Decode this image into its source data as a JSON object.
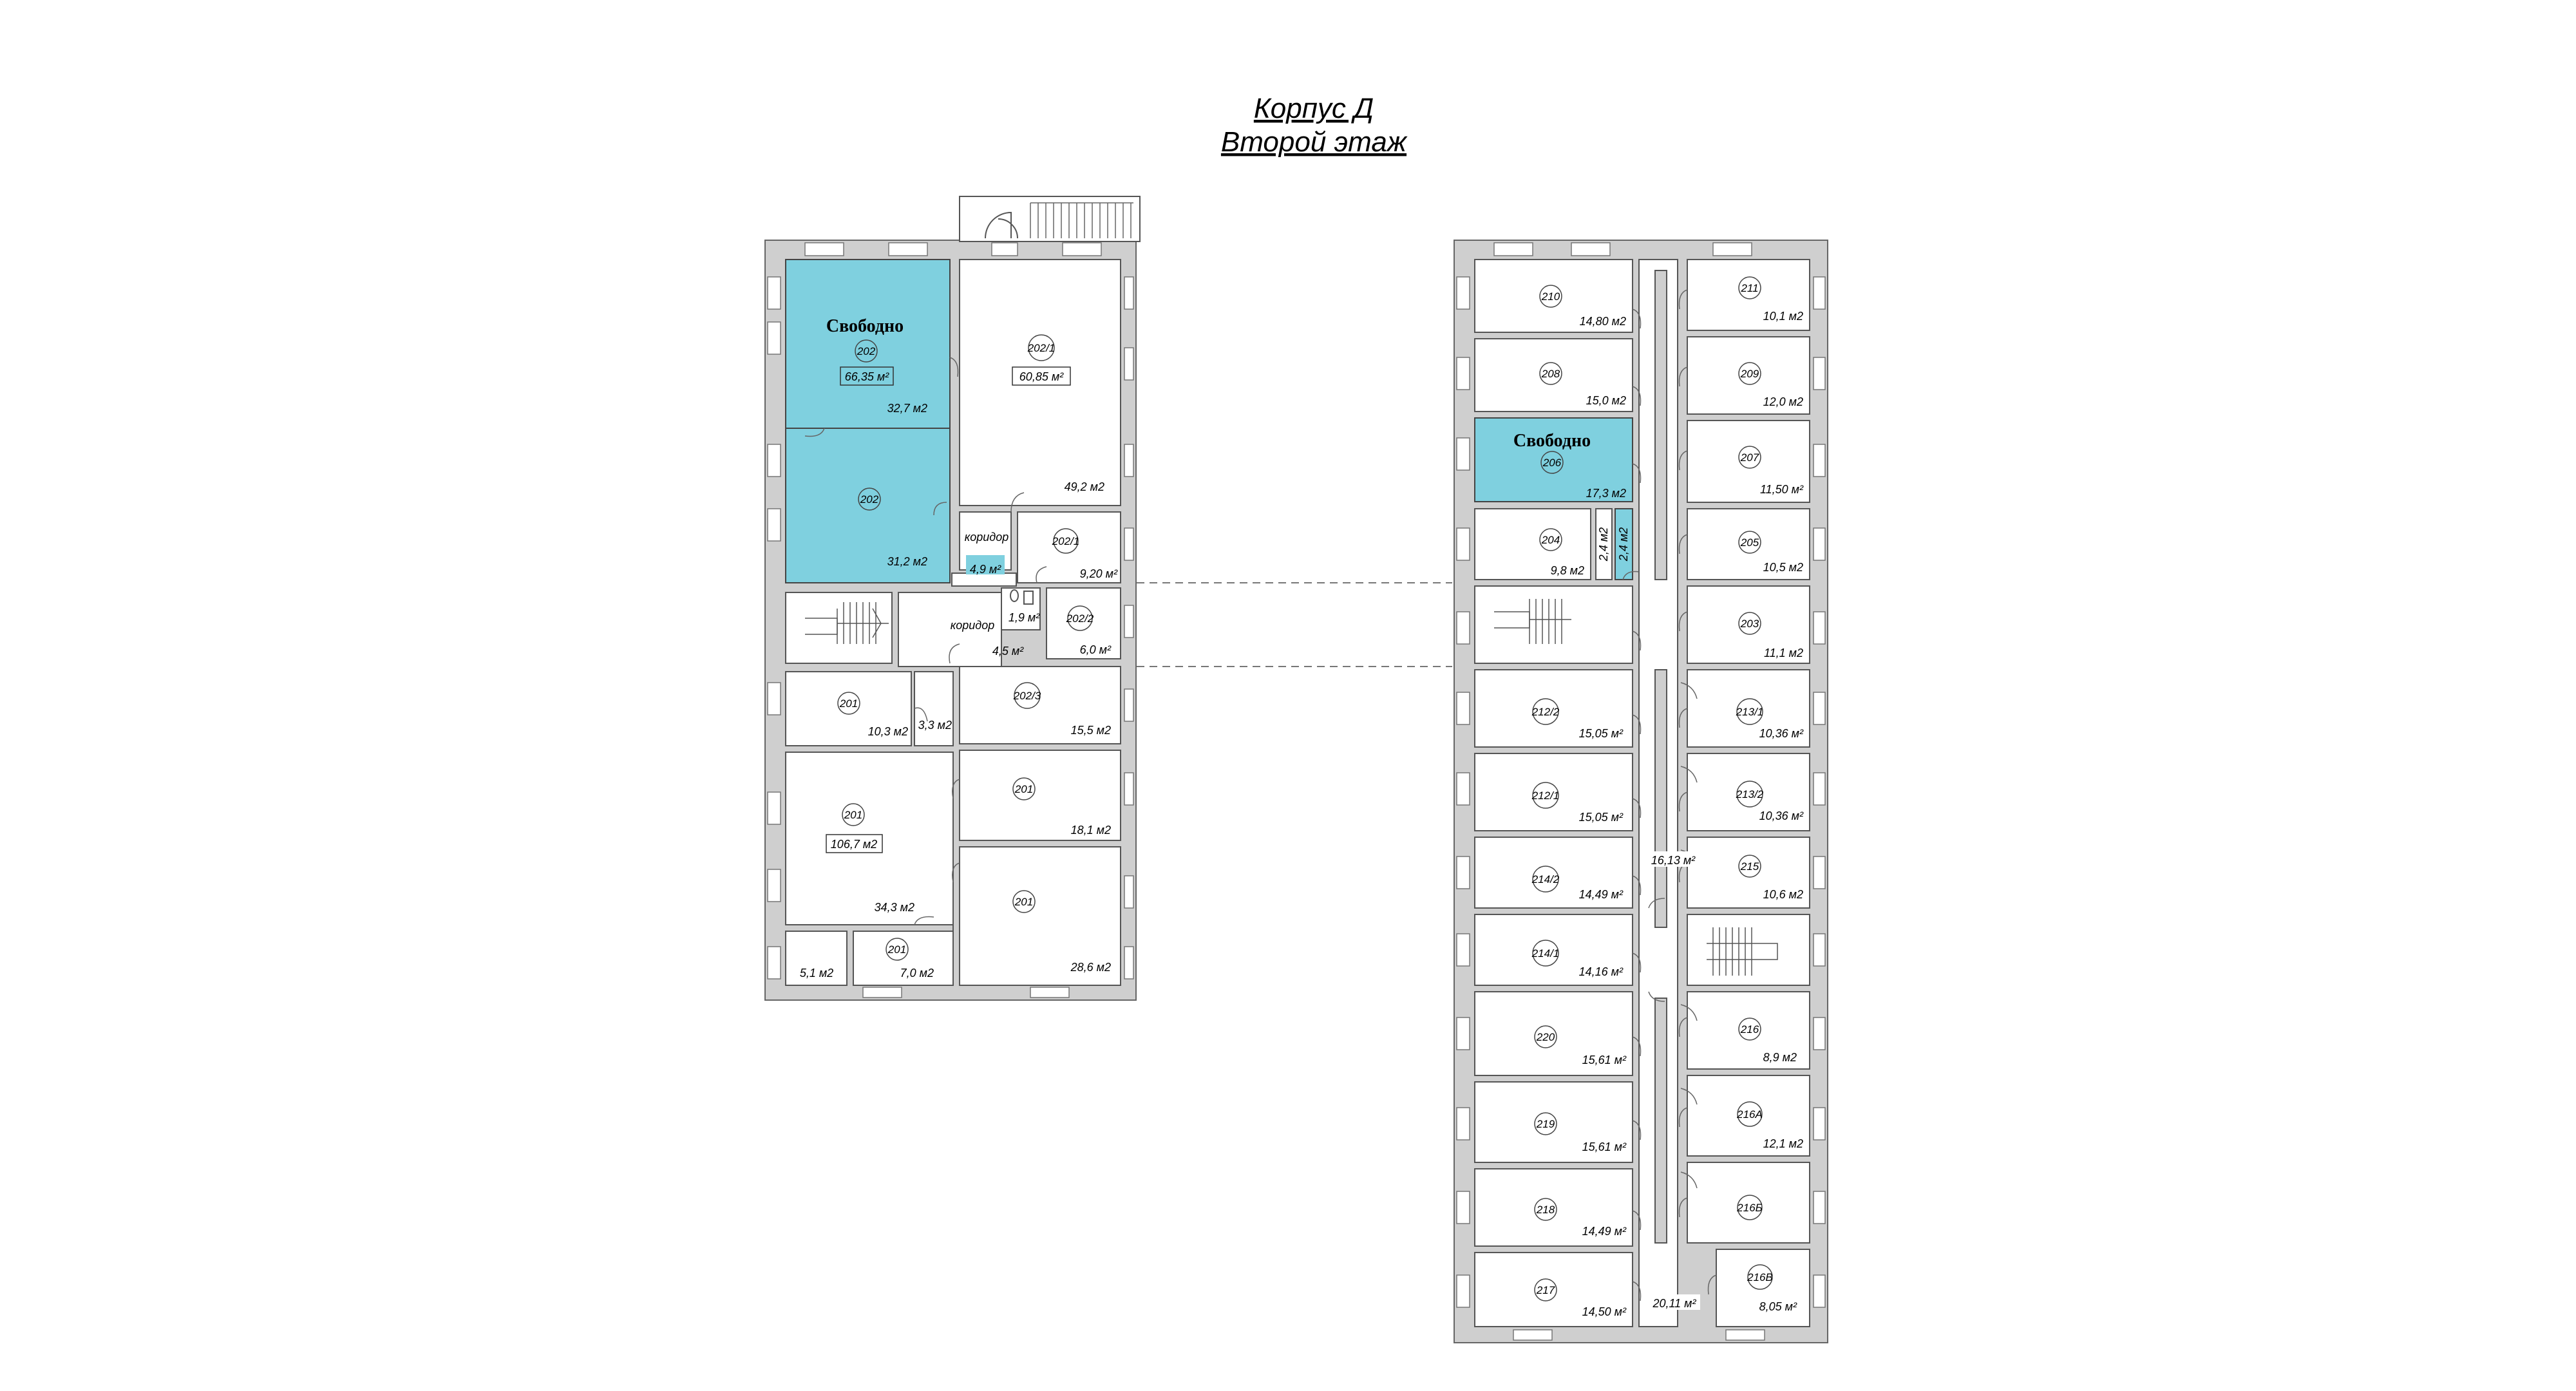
{
  "header": {
    "line1": "Корпус Д",
    "line2": "Второй этаж"
  },
  "legend": {
    "free_label": "Свободно",
    "free_color": "#7fd0df"
  },
  "rooms_left": {
    "r202a": {
      "num": "202",
      "total": "66,35 м²",
      "area": "32,7 м2"
    },
    "r202b": {
      "num": "202",
      "area": "31,2 м2"
    },
    "r202_1": {
      "num": "202/1",
      "total": "60,85 м²",
      "area": "49,2 м2"
    },
    "kor1": {
      "label": "коридор",
      "area": "4,9 м²"
    },
    "r202_1s": {
      "num": "202/1",
      "area": "9,20 м²"
    },
    "wc": {
      "area": "1,9 м²"
    },
    "kor2": {
      "label": "коридор",
      "area": "4,5 м²"
    },
    "r202_2": {
      "num": "202/2",
      "area": "6,0 м²"
    },
    "r201a": {
      "num": "201",
      "area": "10,3 м2"
    },
    "small33": {
      "area": "3,3 м2"
    },
    "r202_3": {
      "num": "202/3",
      "area": "15,5 м2"
    },
    "r201b": {
      "num": "201",
      "total": "106,7 м2",
      "area": "34,3 м2"
    },
    "r201c": {
      "num": "201",
      "area": "18,1 м2"
    },
    "r201d": {
      "num": "201",
      "area": "28,6 м2"
    },
    "r51": {
      "area": "5,1 м2"
    },
    "r201e": {
      "num": "201",
      "area": "7,0 м2"
    }
  },
  "rooms_right": {
    "r210": {
      "num": "210",
      "area": "14,80 м2"
    },
    "r208": {
      "num": "208",
      "area": "15,0 м2"
    },
    "r206": {
      "num": "206",
      "area": "17,3 м2"
    },
    "r204": {
      "num": "204",
      "area": "9,8 м2"
    },
    "s1": {
      "area": "2,4 м2"
    },
    "s2": {
      "area": "2,4 м2"
    },
    "r212_2": {
      "num": "212/2",
      "area": "15,05 м²"
    },
    "r212_1": {
      "num": "212/1",
      "area": "15,05 м²"
    },
    "r214_2": {
      "num": "214/2",
      "area": "14,49 м²"
    },
    "r214_1": {
      "num": "214/1",
      "area": "14,16 м²"
    },
    "r220": {
      "num": "220",
      "area": "15,61 м²"
    },
    "r219": {
      "num": "219",
      "area": "15,61 м²"
    },
    "r218": {
      "num": "218",
      "area": "14,49 м²"
    },
    "r217": {
      "num": "217",
      "area": "14,50 м²"
    },
    "r211": {
      "num": "211",
      "area": "10,1 м2"
    },
    "r209": {
      "num": "209",
      "area": "12,0 м2"
    },
    "r207": {
      "num": "207",
      "area": "11,50 м²"
    },
    "r205": {
      "num": "205",
      "area": "10,5 м2"
    },
    "r203": {
      "num": "203",
      "area": "11,1 м2"
    },
    "r213_1": {
      "num": "213/1",
      "area": "10,36 м²"
    },
    "r213_2": {
      "num": "213/2",
      "area": "10,36 м²"
    },
    "r215": {
      "num": "215",
      "area": "10,6 м2"
    },
    "r216": {
      "num": "216",
      "area": "8,9 м2"
    },
    "r216a": {
      "num": "216А",
      "area": "12,1 м2"
    },
    "r216b": {
      "num": "216Б"
    },
    "r216v": {
      "num": "216В",
      "area": "8,05 м²"
    },
    "corr1": {
      "area": "16,13 м²"
    },
    "corr2": {
      "area": "20,11 м²"
    }
  }
}
